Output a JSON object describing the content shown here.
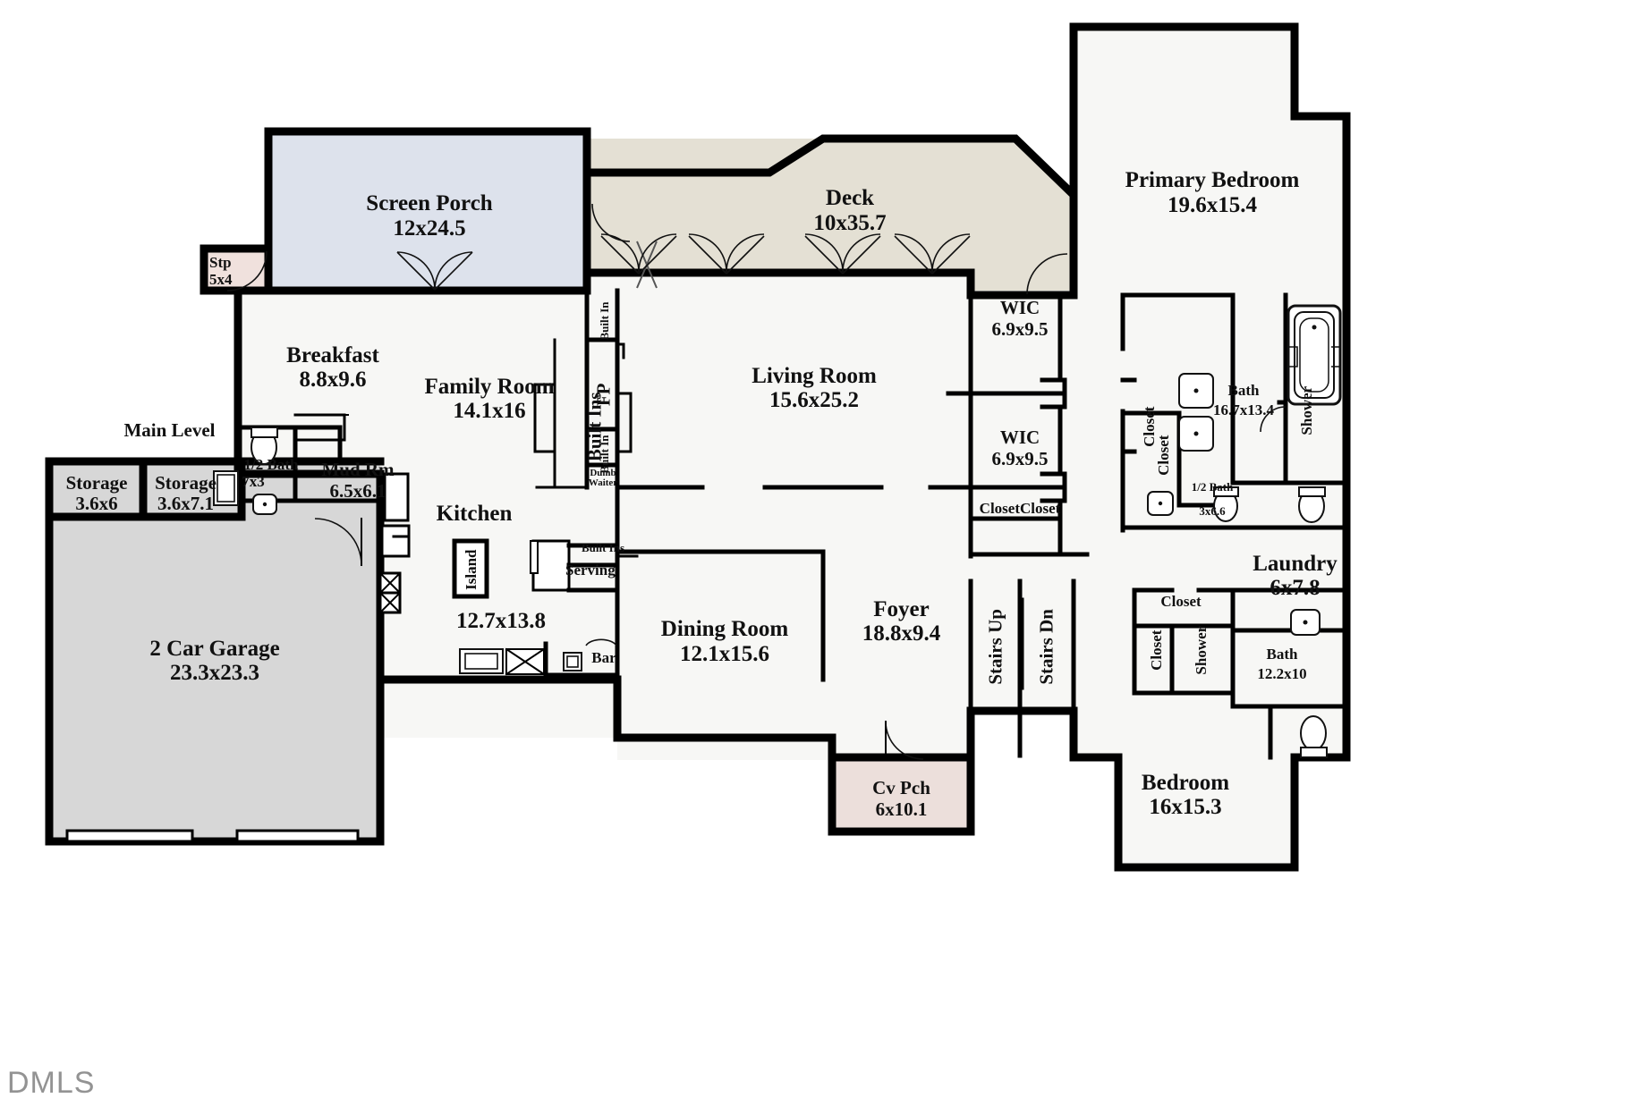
{
  "plan": {
    "title": "Main Level",
    "watermark": "DMLS",
    "colors": {
      "wall": "#000000",
      "interior_fill": "#f7f7f5",
      "garage_fill": "#d7d7d7",
      "porch_fill": "#dde2ec",
      "deck_fill": "#e4e0d4",
      "covered_porch_fill": "#ecdfdb",
      "fixture_line": "#1a1a1a",
      "watermark_color": "#6f6f6f"
    },
    "rooms": [
      {
        "name": "Screen Porch",
        "dim": "12x24.5",
        "fill": "porch"
      },
      {
        "name": "Stp",
        "dim": "5x4",
        "fill": "covered_porch"
      },
      {
        "name": "Deck",
        "dim": "10x35.7",
        "fill": "deck"
      },
      {
        "name": "Primary Bedroom",
        "dim": "19.6x15.4",
        "fill": "interior"
      },
      {
        "name": "Breakfast",
        "dim": "8.8x9.6",
        "fill": "interior"
      },
      {
        "name": "Family Room",
        "dim": "14.1x16",
        "fill": "interior"
      },
      {
        "name": "Living Room",
        "dim": "15.6x25.2",
        "fill": "interior"
      },
      {
        "name": "WIC",
        "dim": "6.9x9.5",
        "fill": "interior"
      },
      {
        "name": "WIC",
        "dim": "6.9x9.5",
        "fill": "interior"
      },
      {
        "name": "Bath",
        "dim": "16.7x13.4",
        "fill": "interior"
      },
      {
        "name": "1/2 Bath",
        "dim": "7x3",
        "fill": "interior"
      },
      {
        "name": "1/2 Bath",
        "dim": "3x6.6",
        "fill": "interior"
      },
      {
        "name": "Mud Rm",
        "dim": "6.5x6.1",
        "fill": "interior"
      },
      {
        "name": "Storage",
        "dim": "3.6x6",
        "fill": "garage"
      },
      {
        "name": "Storage",
        "dim": "3.6x7.1",
        "fill": "garage"
      },
      {
        "name": "2 Car Garage",
        "dim": "23.3x23.3",
        "fill": "garage"
      },
      {
        "name": "Kitchen",
        "dim": "12.7x13.8",
        "fill": "interior"
      },
      {
        "name": "Dining Room",
        "dim": "12.1x15.6",
        "fill": "interior"
      },
      {
        "name": "Foyer",
        "dim": "18.8x9.4",
        "fill": "interior"
      },
      {
        "name": "Cv Pch",
        "dim": "6x10.1",
        "fill": "covered_porch"
      },
      {
        "name": "Laundry",
        "dim": "6x7.8",
        "fill": "interior"
      },
      {
        "name": "Bath",
        "dim": "12.2x10",
        "fill": "interior"
      },
      {
        "name": "Bedroom",
        "dim": "16x15.3",
        "fill": "interior"
      }
    ],
    "labels": {
      "main_level": "Main Level",
      "screen_porch": "Screen Porch",
      "screen_porch_dim": "12x24.5",
      "stp": "Stp",
      "stp_dim": "5x4",
      "deck": "Deck",
      "deck_dim": "10x35.7",
      "primary_bedroom": "Primary Bedroom",
      "primary_bedroom_dim": "19.6x15.4",
      "breakfast": "Breakfast",
      "breakfast_dim": "8.8x9.6",
      "family_room": "Family Room",
      "family_room_dim": "14.1x16",
      "living_room": "Living Room",
      "living_room_dim": "15.6x25.2",
      "wic_top": "WIC",
      "wic_top_dim": "6.9x9.5",
      "wic_bottom": "WIC",
      "wic_bottom_dim": "6.9x9.5",
      "closet_closet_wic": "ClosetCloset",
      "closet_closet_bath": "ClosetCloset",
      "bath_primary": "Bath",
      "bath_primary_dim": "16.7x13.4",
      "shower_primary": "Shower",
      "half_bath_mud": "1/2 Bath",
      "half_bath_mud_dim": "7x3",
      "half_bath_primary": "1/2 Bath",
      "half_bath_primary_dim": "3x6.6",
      "mud_rm": "Mud Rm",
      "mud_rm_dim": "6.5x6.1",
      "storage_left": "Storage",
      "storage_left_dim": "3.6x6",
      "storage_right": "Storage",
      "storage_right_dim": "3.6x7.1",
      "garage": "2 Car Garage",
      "garage_dim": "23.3x23.3",
      "kitchen": "Kitchen",
      "kitchen_dim": "12.7x13.8",
      "island": "Island",
      "serving": "Serving",
      "serving_built_ins": "Built Ins",
      "bar": "Bar",
      "built_ins_family": "Built Ins",
      "built_in_upper": "Built In",
      "built_in_lower": "Built In",
      "fp": "FP",
      "dumb_waiter": "Dumb\nWaiter",
      "dumb_waiter_1": "Dumb",
      "dumb_waiter_2": "Waiter",
      "dining_room": "Dining Room",
      "dining_room_dim": "12.1x15.6",
      "foyer": "Foyer",
      "foyer_dim": "18.8x9.4",
      "stairs_up": "Stairs Up",
      "stairs_dn": "Stairs Dn",
      "cv_pch": "Cv Pch",
      "cv_pch_dim": "6x10.1",
      "laundry": "Laundry",
      "laundry_dim": "6x7.8",
      "closet_laundry": "Closet",
      "closet_bed_vert": "Closet",
      "shower_bed": "Shower",
      "bath_bed": "Bath",
      "bath_bed_dim": "12.2x10",
      "bedroom": "Bedroom",
      "bedroom_dim": "16x15.3"
    }
  }
}
